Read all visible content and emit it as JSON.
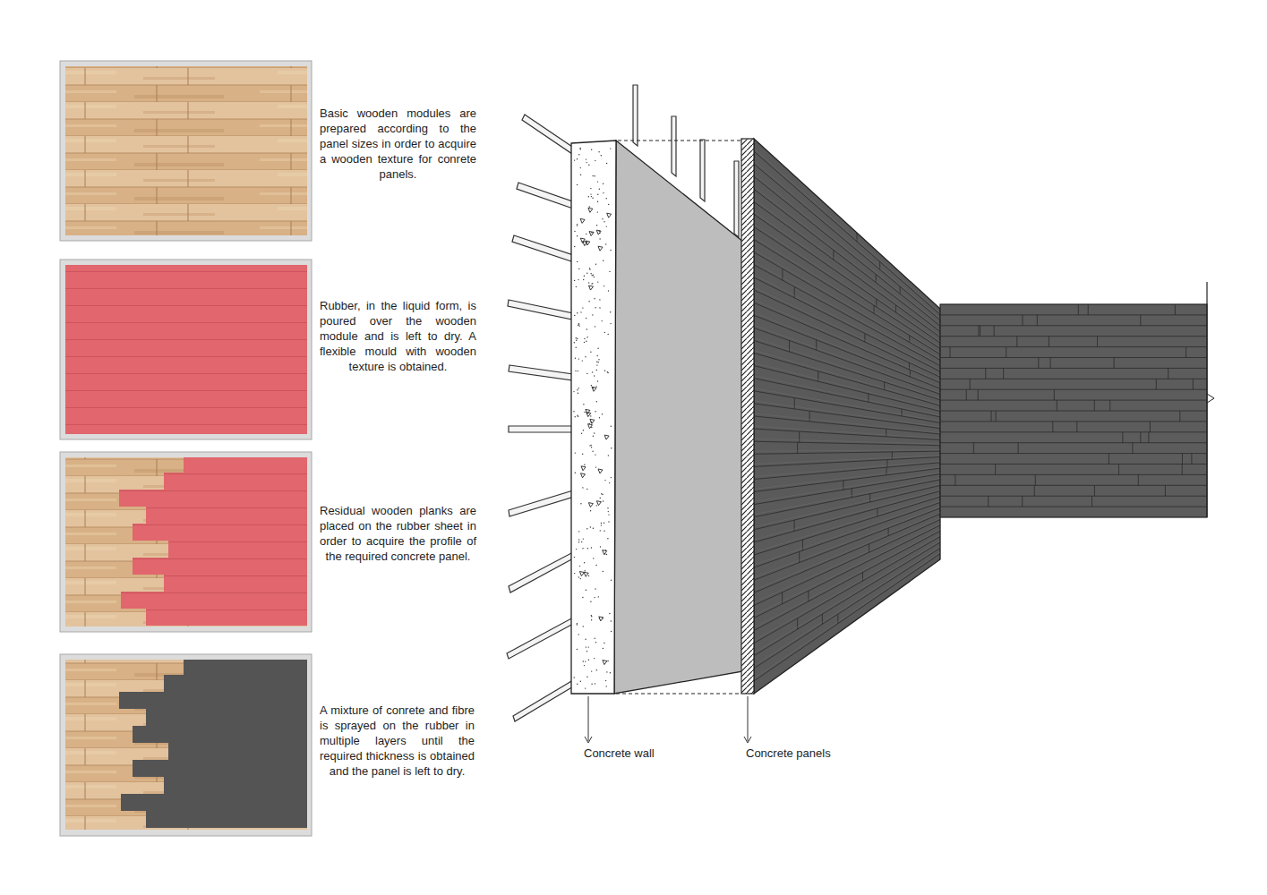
{
  "diagram": {
    "labels": [
      "Basic wooden modules are prepared according to the panel sizes in order to acquire a wooden texture for conrete panels.",
      "Rubber, in the liquid form, is poured over the wooden module and is left to dry. A flexible mould with wooden texture is obtained.",
      "Residual wooden planks are placed on the rubber sheet in order to acquire the profile of the required concrete panel.",
      "A mixture of conrete and fibre is sprayed on the rubber in multiple layers until the required thickness is obtained and the panel is left to dry.",
      "Concrete wall",
      "Concrete panels"
    ]
  }
}
